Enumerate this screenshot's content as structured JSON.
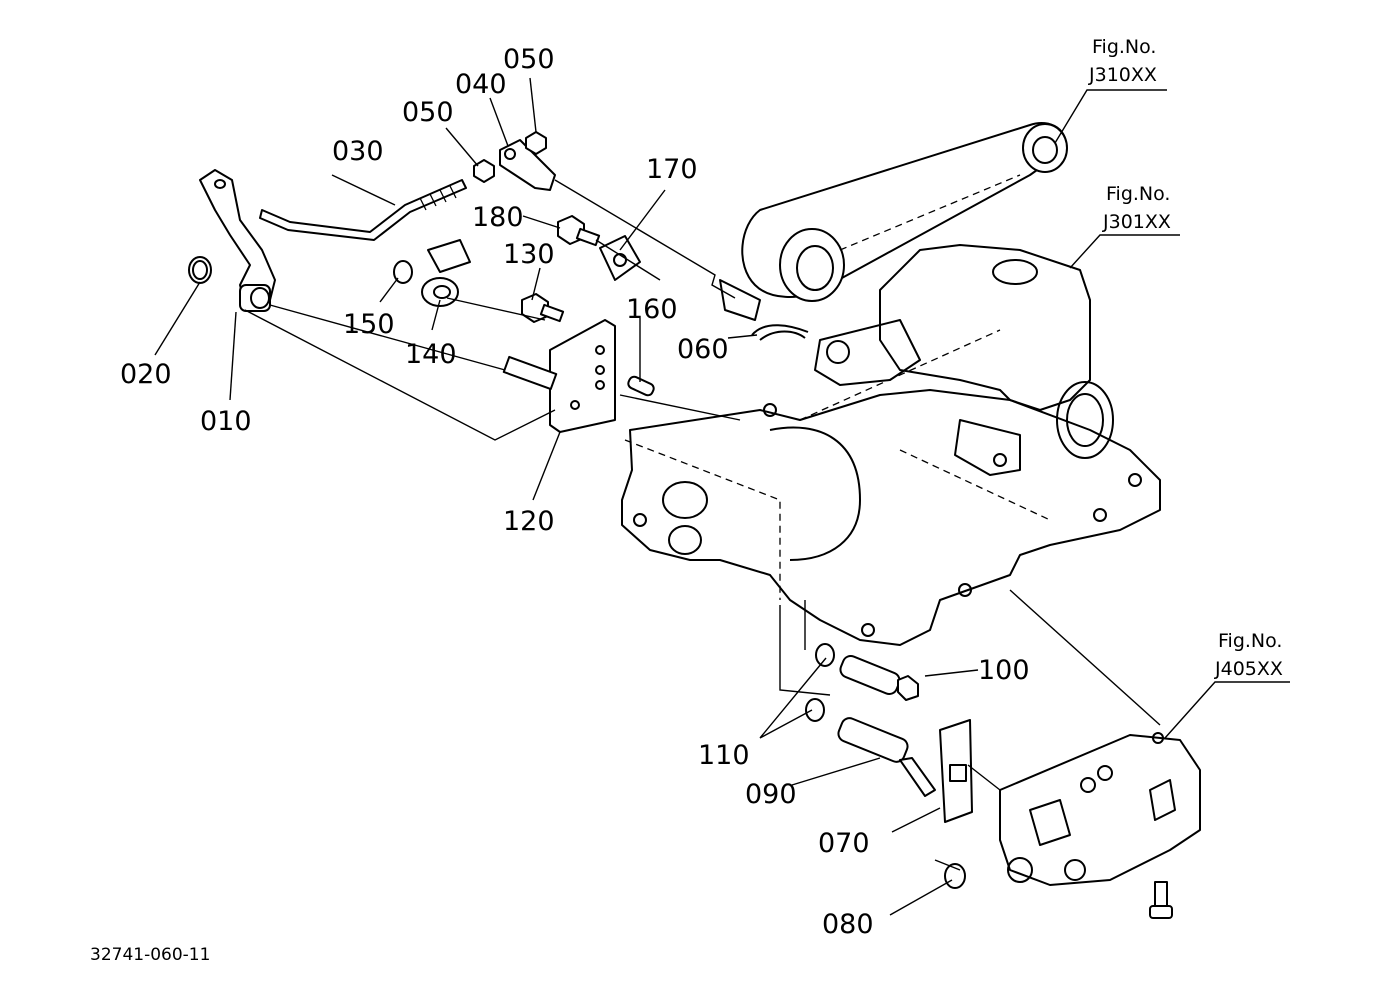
{
  "figure_refs": [
    {
      "id": "j310",
      "line1": "Fig.No.",
      "line2": "J310XX"
    },
    {
      "id": "j301",
      "line1": "Fig.No.",
      "line2": "J301XX"
    },
    {
      "id": "j405",
      "line1": "Fig.No.",
      "line2": "J405XX"
    }
  ],
  "callouts": [
    "010",
    "020",
    "030",
    "040",
    "050",
    "050",
    "060",
    "070",
    "080",
    "090",
    "100",
    "110",
    "120",
    "130",
    "140",
    "150",
    "160",
    "170",
    "180"
  ],
  "drawing_number": "32741-060-11"
}
